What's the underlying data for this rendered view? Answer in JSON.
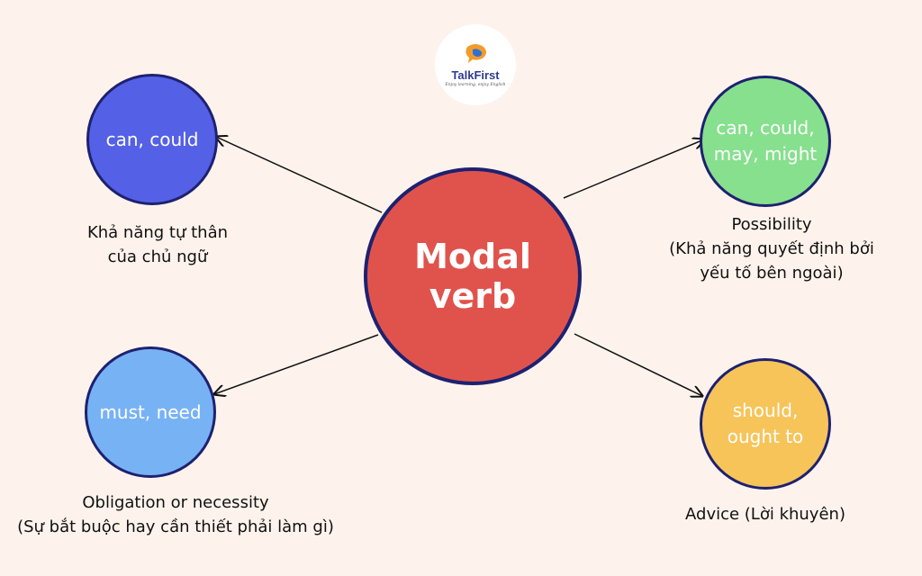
{
  "logo": {
    "name": "TalkFirst",
    "tagline": "Enjoy learning, enjoy English"
  },
  "center": {
    "label": "Modal verb",
    "color": "#e0534d"
  },
  "nodes": [
    {
      "text": "can, could",
      "color": "#5460e6",
      "caption": [
        "Khả năng tự thân",
        "của chủ ngữ"
      ]
    },
    {
      "text_lines": [
        "can, could,",
        "may, might"
      ],
      "color": "#86e08d",
      "caption": [
        "Possibility",
        "(Khả năng quyết định bởi",
        "yếu tố bên ngoài)"
      ]
    },
    {
      "text": "must, need",
      "color": "#77b2f5",
      "caption": [
        "Obligation or necessity",
        "(Sự bắt buộc hay cần thiết phải làm gì)"
      ]
    },
    {
      "text_lines": [
        "should,",
        "ought to"
      ],
      "color": "#f7c45a",
      "caption": [
        "Advice (Lời khuyên)"
      ]
    }
  ],
  "colors": {
    "background": "#fdf3ec",
    "circle_border": "#1e2170",
    "arrow": "#111111"
  }
}
